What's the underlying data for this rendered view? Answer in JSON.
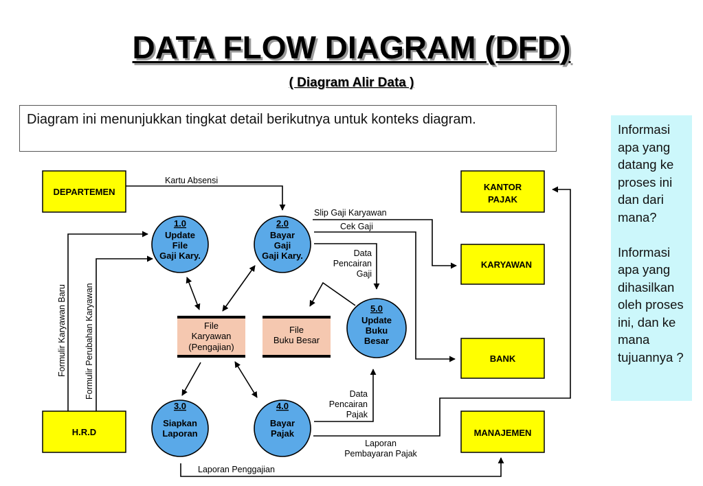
{
  "header": {
    "title": "DATA FLOW DIAGRAM (DFD)",
    "subtitle": "( Diagram Alir Data )"
  },
  "intro": "Diagram ini menunjukkan tingkat detail berikutnya untuk konteks diagram.",
  "note": "Informasi apa yang datang ke proses ini dan dari mana?\n\nInformasi apa yang dihasilkan oleh proses ini, dan ke mana tujuannya ?",
  "colors": {
    "entity": "#ffff00",
    "process": "#5aa9e8",
    "store": "#f5c8b0",
    "note_bg": "#ccf7fb"
  },
  "entities": {
    "departemen": [
      "DEPARTEMEN"
    ],
    "hrd": [
      "H.R.D"
    ],
    "kantor_pajak": [
      "KANTOR",
      "PAJAK"
    ],
    "karyawan": [
      "KARYAWAN"
    ],
    "bank": [
      "BANK"
    ],
    "manajemen": [
      "MANAJEMEN"
    ]
  },
  "processes": {
    "p1": {
      "number": "1.0",
      "lines": [
        "Update",
        "File",
        "Gaji Kary."
      ]
    },
    "p2": {
      "number": "2.0",
      "lines": [
        "Bayar",
        "Gaji",
        "Gaji Kary."
      ]
    },
    "p3": {
      "number": "3.0",
      "lines": [
        "Siapkan",
        "Laporan"
      ]
    },
    "p4": {
      "number": "4.0",
      "lines": [
        "Bayar",
        "Pajak"
      ]
    },
    "p5": {
      "number": "5.0",
      "lines": [
        "Update",
        "Buku",
        "Besar"
      ]
    }
  },
  "stores": {
    "file_karyawan": [
      "File",
      "Karyawan",
      "(Pengajian)"
    ],
    "file_buku_besar": [
      "File",
      "Buku Besar"
    ]
  },
  "flows": {
    "kartu_absensi": [
      "Kartu Absensi"
    ],
    "slip_gaji": [
      "Slip Gaji Karyawan"
    ],
    "cek_gaji": [
      "Cek Gaji"
    ],
    "data_pencairan_gaji": [
      "Data",
      "Pencairan",
      "Gaji"
    ],
    "data_pencairan_pajak": [
      "Data",
      "Pencairan",
      "Pajak"
    ],
    "laporan_pembayaran_pajak": [
      "Laporan",
      "Pembayaran Pajak"
    ],
    "laporan_penggajian": [
      "Laporan Penggajian"
    ],
    "formulir_karyawan_baru": [
      "Formulir Karyawan Baru"
    ],
    "formulir_perubahan_karyawan": [
      "Formulir Perubahan Karyawan"
    ]
  }
}
